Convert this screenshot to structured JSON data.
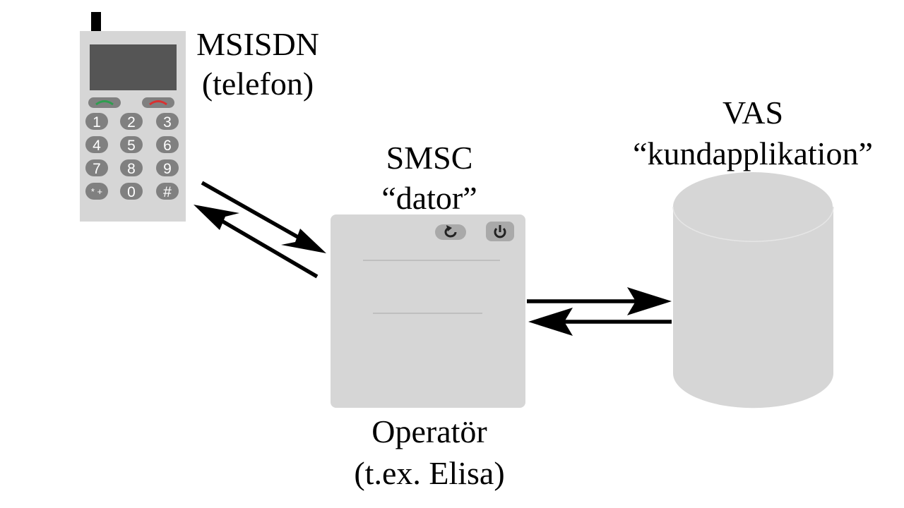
{
  "phone": {
    "label_line1": "MSISDN",
    "label_line2": "(telefon)",
    "keys": [
      "1",
      "2",
      "3",
      "4",
      "5",
      "6",
      "7",
      "8",
      "9",
      "* +",
      "0",
      "#"
    ],
    "call_color": "#2e9e4f",
    "hangup_color": "#d93030",
    "body_color": "#d6d6d6",
    "screen_color": "#555555",
    "key_color": "#808080"
  },
  "smsc": {
    "label_line1": "SMSC",
    "label_line2": "“dator”",
    "caption_line1": "Operatör",
    "caption_line2": "(t.ex. Elisa)",
    "body_color": "#d6d6d6"
  },
  "vas": {
    "label_line1": "VAS",
    "label_line2": "“kundapplikation”",
    "body_color": "#d6d6d6"
  },
  "icons": {
    "refresh": "refresh-icon",
    "power": "power-icon",
    "call": "call-icon",
    "hangup": "hangup-icon"
  }
}
